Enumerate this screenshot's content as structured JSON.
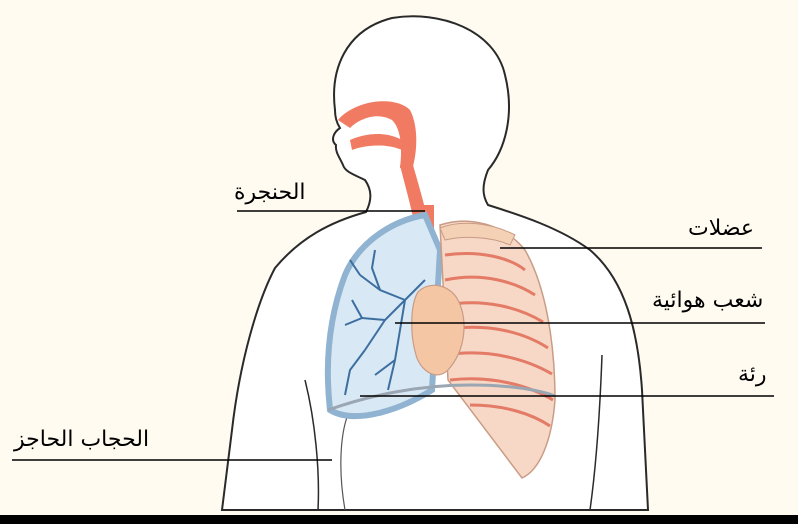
{
  "labels": {
    "larynx": "الحنجرة",
    "muscles": "عضلات",
    "bronchi": "شعب هوائية",
    "lung": "رئة",
    "diaphragm": "الحجاب الحاجز"
  },
  "colors": {
    "background": "#fffbf0",
    "body_fill": "#ffffff",
    "outline": "#2a2a2a",
    "airway": "#f07a62",
    "lung_fill": "#d8e8f4",
    "lung_edge": "#8fb3d0",
    "bronchi": "#3c6fa0",
    "heart": "#f4c6a3",
    "rib": "#f7d7c6",
    "rib_shade": "#e37b66"
  }
}
